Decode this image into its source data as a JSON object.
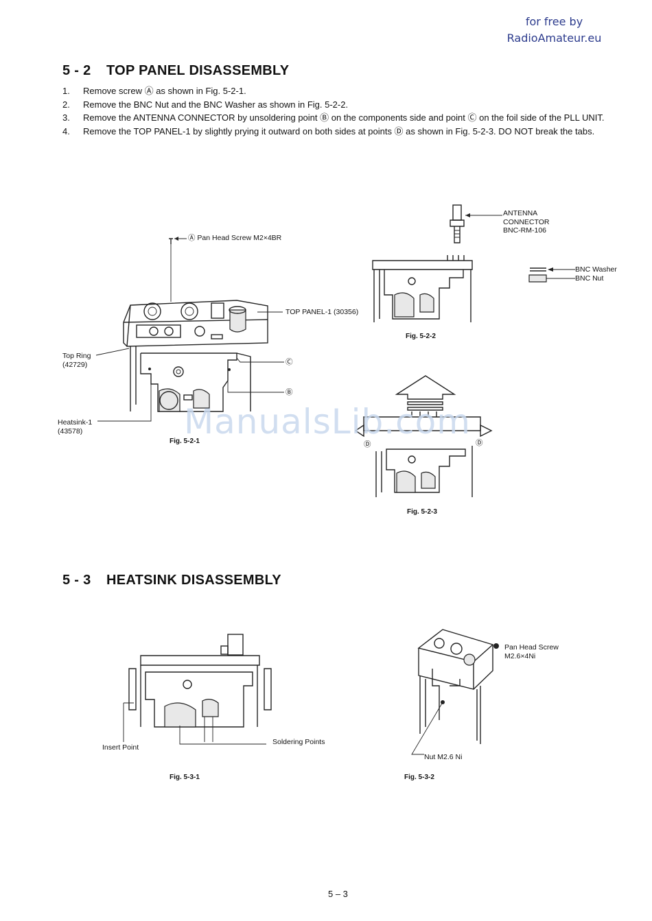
{
  "watermark_top": {
    "line1": "for free by",
    "line2": "RadioAmateur.eu"
  },
  "watermark_center": "ManualsLib.com",
  "section_5_2": {
    "number": "5 - 2",
    "title": "TOP PANEL DISASSEMBLY",
    "steps": [
      {
        "n": "1.",
        "text": "Remove screw Ⓐ as shown in Fig. 5-2-1."
      },
      {
        "n": "2.",
        "text": "Remove the BNC Nut and the BNC Washer as shown in Fig. 5-2-2."
      },
      {
        "n": "3.",
        "text": "Remove the ANTENNA CONNECTOR by unsoldering point Ⓑ on the components side and point Ⓒ on the foil side of the PLL UNIT."
      },
      {
        "n": "4.",
        "text": "Remove the TOP PANEL-1 by slightly prying it outward on both sides at points Ⓓ as shown in Fig. 5-2-3. DO NOT break the tabs."
      }
    ]
  },
  "fig_5_2_1": {
    "caption": "Fig. 5-2-1",
    "labels": {
      "screw": "Ⓐ Pan Head Screw M2×4BR",
      "top_panel": "TOP PANEL-1 (30356)",
      "top_ring": "Top Ring",
      "top_ring_code": "(42729)",
      "heatsink": "Heatsink-1",
      "heatsink_code": "(43578)",
      "point_c": "Ⓒ",
      "point_b": "Ⓑ"
    }
  },
  "fig_5_2_2": {
    "caption": "Fig. 5-2-2",
    "labels": {
      "antenna_1": "ANTENNA",
      "antenna_2": "CONNECTOR",
      "antenna_3": "BNC-RM-106",
      "bnc_washer": "BNC Washer",
      "bnc_nut": "BNC Nut"
    }
  },
  "fig_5_2_3": {
    "caption": "Fig. 5-2-3",
    "labels": {
      "point_d_left": "Ⓓ",
      "point_d_right": "Ⓓ"
    }
  },
  "section_5_3": {
    "number": "5 - 3",
    "title": "HEATSINK DISASSEMBLY"
  },
  "fig_5_3_1": {
    "caption": "Fig. 5-3-1",
    "labels": {
      "insert_point": "Insert Point",
      "soldering_points": "Soldering Points"
    }
  },
  "fig_5_3_2": {
    "caption": "Fig. 5-3-2",
    "labels": {
      "screw_1": "Pan Head Screw",
      "screw_2": "M2.6×4Ni",
      "nut": "Nut M2.6 Ni"
    }
  },
  "page_number": "5 – 3"
}
